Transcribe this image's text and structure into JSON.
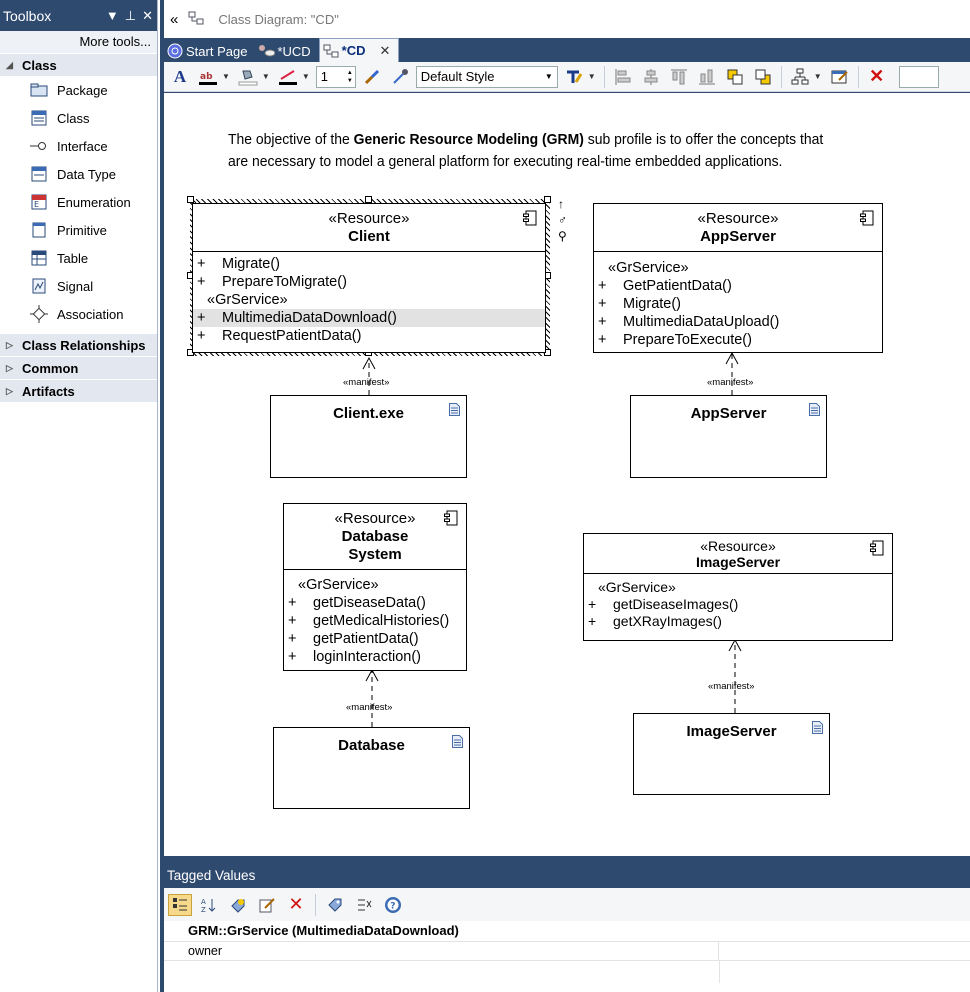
{
  "toolbox": {
    "title": "Toolbox",
    "more_tools": "More tools...",
    "sections": {
      "class": "Class",
      "class_relationships": "Class Relationships",
      "common": "Common",
      "artifacts": "Artifacts"
    },
    "items": [
      "Package",
      "Class",
      "Interface",
      "Data Type",
      "Enumeration",
      "Primitive",
      "Table",
      "Signal",
      "Association"
    ]
  },
  "window": {
    "title": "Class Diagram: \"CD\""
  },
  "tabs": [
    "Start Page",
    "*UCD",
    "*CD"
  ],
  "toolbar": {
    "line_width": "1",
    "style": "Default Style"
  },
  "diagram": {
    "intro_prefix": "The objective of the ",
    "intro_bold": "Generic Resource Modeling (GRM)",
    "intro_suffix": " sub profile is to offer the concepts that are necessary to model a general platform for executing real-time embedded applications.",
    "stereotype": "«Resource»",
    "service_stereotype": "«GrService»",
    "manifest_label": "«manifest»",
    "vis_public": "+",
    "client": {
      "name": "Client",
      "ops": [
        "Migrate()",
        "PrepareToMigrate()"
      ],
      "service_ops": [
        "MultimediaDataDownload()",
        "RequestPatientData()"
      ]
    },
    "appserver": {
      "name": "AppServer",
      "service_ops": [
        "GetPatientData()",
        "Migrate()",
        "MultimediaDataUpload()",
        "PrepareToExecute()"
      ]
    },
    "database": {
      "name_line1": "Database",
      "name_line2": "System",
      "service_ops": [
        "getDiseaseData()",
        "getMedicalHistories()",
        "getPatientData()",
        "loginInteraction()"
      ]
    },
    "imageserver": {
      "name": "ImageServer",
      "service_ops": [
        "getDiseaseImages()",
        "getXRayImages()"
      ]
    },
    "artifacts": {
      "client": "Client.exe",
      "appserver": "AppServer",
      "database": "Database",
      "imageserver": "ImageServer"
    }
  },
  "tagged_values": {
    "title": "Tagged Values",
    "group": "GRM::GrService (MultimediaDataDownload)",
    "row_key": "owner"
  },
  "colors": {
    "chrome": "#2f4a6f",
    "toolbar": "#f5f6f8",
    "selection": "#e2e2e2"
  }
}
